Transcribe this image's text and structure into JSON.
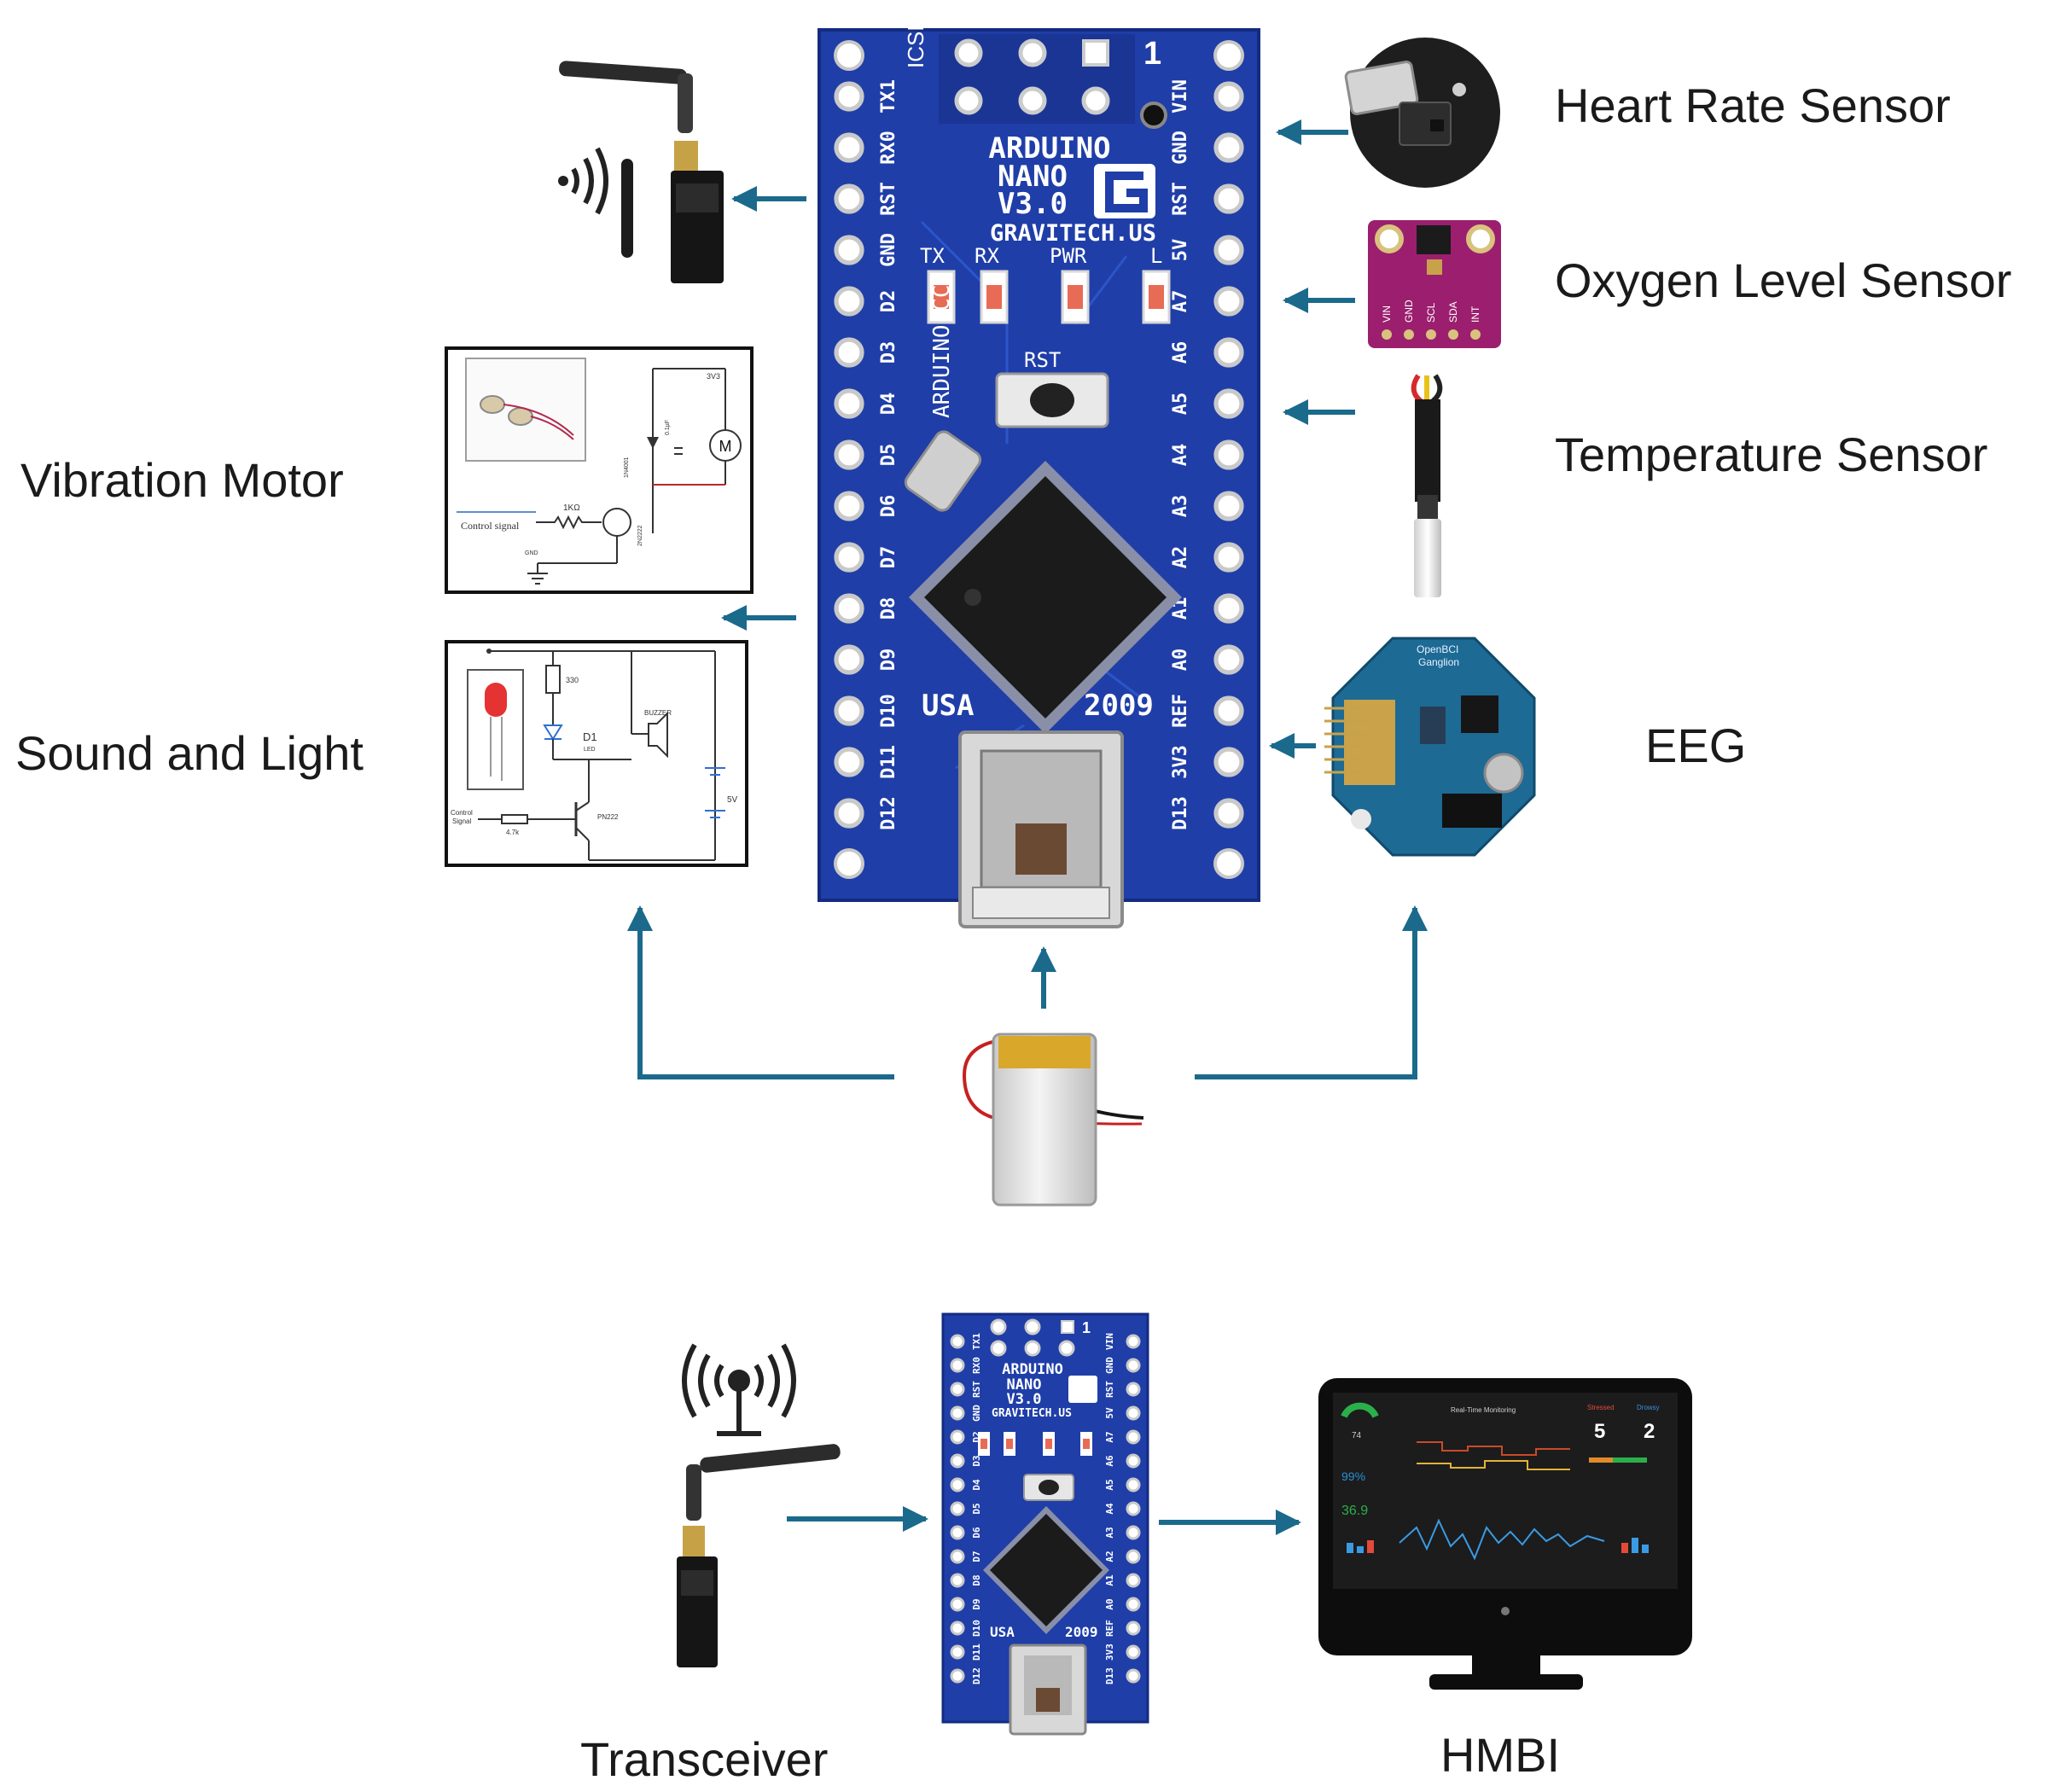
{
  "labels": {
    "heart_rate": "Heart Rate Sensor",
    "oxygen": "Oxygen Level Sensor",
    "temperature": "Temperature Sensor",
    "vibration": "Vibration Motor",
    "sound_light": "Sound and Light",
    "eeg": "EEG",
    "transceiver": "Transceiver",
    "hmbi": "HMBI"
  },
  "board": {
    "name_line1": "ARDUINO",
    "name_line2": "NANO",
    "name_line3": "V3.0",
    "maker": "GRAVITECH.US",
    "site": "ARDUINO.CC",
    "country": "USA",
    "year": "2009",
    "icsp": "ICSP",
    "pin1": "1",
    "led_tx": "TX",
    "led_rx": "RX",
    "led_pwr": "PWR",
    "led_l": "L",
    "rst": "RST",
    "left_pins": [
      "TX1",
      "RX0",
      "RST",
      "GND",
      "D2",
      "D3",
      "D4",
      "D5",
      "D6",
      "D7",
      "D8",
      "D9",
      "D10",
      "D11",
      "D12"
    ],
    "right_pins": [
      "VIN",
      "GND",
      "RST",
      "5V",
      "A7",
      "A6",
      "A5",
      "A4",
      "A3",
      "A2",
      "A1",
      "A0",
      "REF",
      "3V3",
      "D13"
    ]
  },
  "sensor_pins": [
    "VIN",
    "GND",
    "SCL",
    "SDA",
    "INT"
  ],
  "vibration_circuit": {
    "control": "Control signal",
    "resistor": "1KΩ",
    "gnd": "GND",
    "motor": "M",
    "vcc": "3V3",
    "diode": "1N4001",
    "cap": "0.1µF",
    "transistor": "2N2222"
  },
  "sound_circuit": {
    "resistor1": "330",
    "led": "D1",
    "led_sub": "LED",
    "buzzer": "BUZZER",
    "control_1": "Control",
    "control_2": "Signal",
    "resistor2": "4.7k",
    "transistor": "PN222",
    "voltage": "5V"
  },
  "eeg_board": {
    "brand": "OpenBCI",
    "model": "Ganglion"
  },
  "monitor": {
    "title": "Real-Time Monitoring",
    "count1_label": "Stressed",
    "count1": "5",
    "count2_label": "Drowsy",
    "count2": "2",
    "spo2": "99%",
    "temp": "36.9",
    "gauge": "74"
  },
  "colors": {
    "arrow": "#1b6a8c",
    "pcb": "#1f3ea8",
    "pcb_dark": "#142b80",
    "sensor_purple": "#9b1f6e"
  }
}
